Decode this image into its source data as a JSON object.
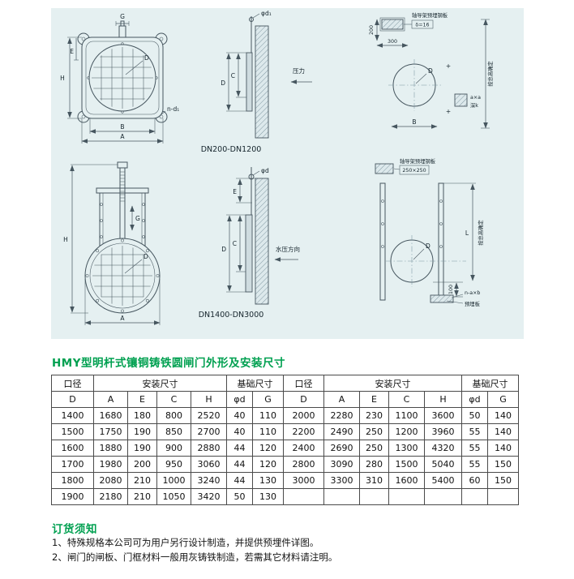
{
  "sections": {
    "spec_title": "HMY型明杆式镶铜铸铁圆闸门外形及安装尺寸",
    "order_title": "订货须知"
  },
  "notes": [
    "1、特殊规格本公司可为用户另行设计制造，并提供预埋件详图。",
    "2、闸门的闸板、门框材料一般用灰铸铁制造，若需其它材料请注明。"
  ],
  "drawings": {
    "caption_top": "DN200-DN1200",
    "caption_bottom": "DN1400-DN3000",
    "front_small": {
      "g": "G",
      "h": "H",
      "e": "E",
      "d": "D",
      "b": "B",
      "a": "A",
      "bolt_note": "n-d₁"
    },
    "section_small": {
      "phi": "φd₁",
      "c": "C",
      "d": "D",
      "pressure": "压力"
    },
    "install_small": {
      "plate_note": "轴导架预埋钢板",
      "thickness": "δ=16",
      "dim_200": "200",
      "dim_300": "300",
      "d": "D",
      "b": "B",
      "height_note": "按总高确定",
      "pocket": "a×a",
      "depth": "深k",
      "plus": "+"
    },
    "front_tall": {
      "g": "G",
      "h": "H",
      "d": "D",
      "a": "A"
    },
    "section_tall": {
      "phi": "φd",
      "e": "E",
      "c": "C",
      "d": "D",
      "water": "水压方向"
    },
    "install_tall": {
      "plate_note": "轴导架预埋钢板",
      "plate_size": "250×250",
      "l": "L",
      "height_note": "按总高确定",
      "dim_100": "100",
      "bolt_note": "n-a×b",
      "embed_note": "预埋板",
      "d": "D"
    }
  },
  "table": {
    "groups": [
      "口径",
      "安装尺寸",
      "基础尺寸",
      "口径",
      "安装尺寸",
      "基础尺寸"
    ],
    "columns": [
      "D",
      "A",
      "E",
      "C",
      "H",
      "φd",
      "G",
      "D",
      "A",
      "E",
      "C",
      "H",
      "φd",
      "G"
    ],
    "rows": [
      [
        "1400",
        "1680",
        "180",
        "800",
        "2520",
        "40",
        "110",
        "2000",
        "2280",
        "230",
        "1100",
        "3600",
        "50",
        "140"
      ],
      [
        "1500",
        "1750",
        "190",
        "850",
        "2700",
        "40",
        "110",
        "2200",
        "2490",
        "250",
        "1200",
        "3960",
        "55",
        "140"
      ],
      [
        "1600",
        "1880",
        "190",
        "900",
        "2880",
        "44",
        "120",
        "2400",
        "2690",
        "250",
        "1300",
        "4320",
        "55",
        "140"
      ],
      [
        "1700",
        "1980",
        "200",
        "950",
        "3060",
        "44",
        "120",
        "2800",
        "3090",
        "280",
        "1500",
        "5040",
        "55",
        "150"
      ],
      [
        "1800",
        "2080",
        "210",
        "1000",
        "3240",
        "44",
        "130",
        "3000",
        "3300",
        "310",
        "1600",
        "5400",
        "60",
        "150"
      ],
      [
        "1900",
        "2180",
        "210",
        "1050",
        "3420",
        "50",
        "130",
        "",
        "",
        "",
        "",
        "",
        "",
        ""
      ]
    ]
  },
  "colors": {
    "heading_green": "#00a050",
    "panel_bg": "#e5f0f1",
    "line": "#46565f"
  }
}
